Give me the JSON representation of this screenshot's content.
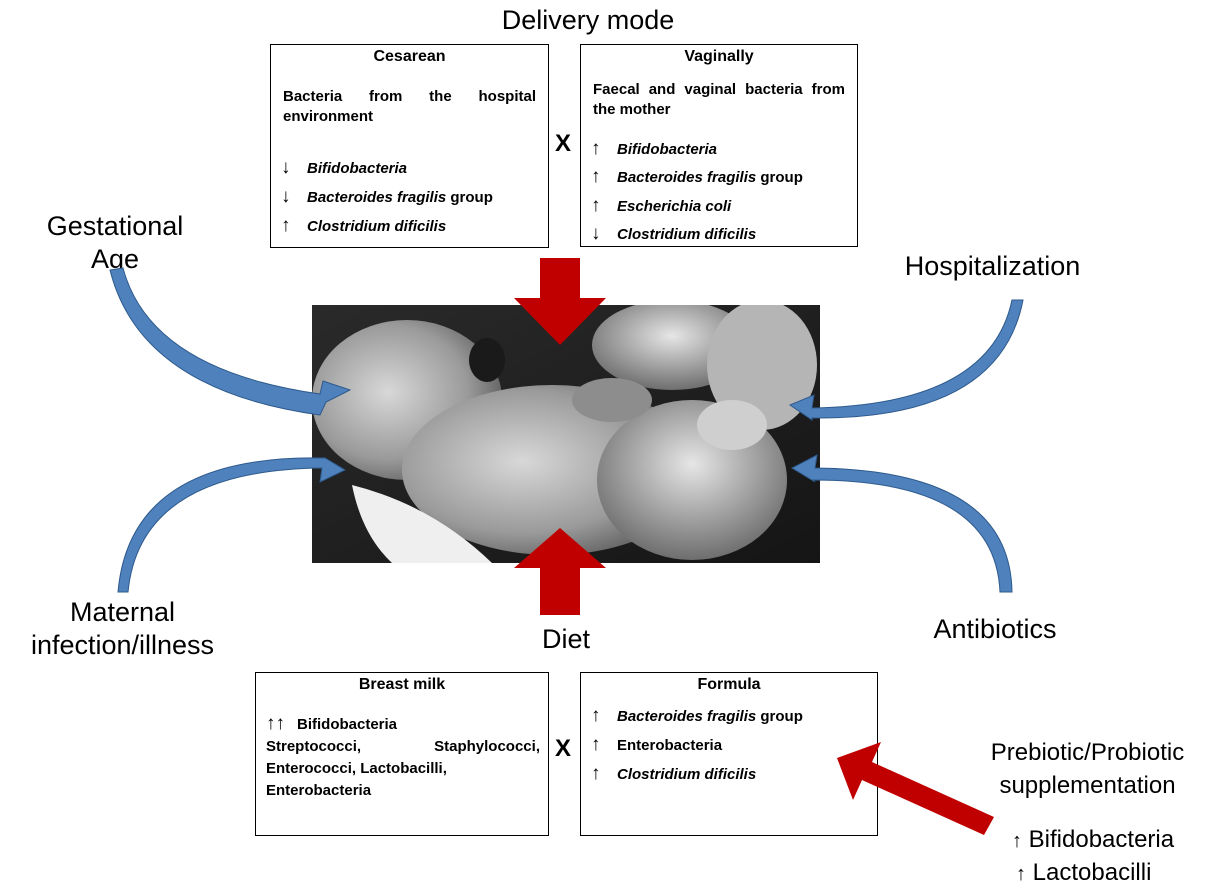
{
  "headings": {
    "delivery_mode": "Delivery mode",
    "diet": "Diet",
    "gestational_age": "Gestational\nAge",
    "hospitalization": "Hospitalization",
    "maternal": "Maternal\ninfection/illness",
    "antibiotics": "Antibiotics",
    "supplementation": "Prebiotic/Probiotic\nsupplementation"
  },
  "cesarean": {
    "title": "Cesarean",
    "desc": "Bacteria from the hospital environment",
    "items": [
      {
        "arrow": "↓",
        "name": "Bifidobacteria",
        "suffix": ""
      },
      {
        "arrow": "↓",
        "name": "Bacteroides fragilis",
        "suffix": " group"
      },
      {
        "arrow": "↑",
        "name": "Clostridium dificilis",
        "suffix": ""
      }
    ]
  },
  "vaginally": {
    "title": "Vaginally",
    "desc": "Faecal and vaginal bacteria from the mother",
    "items": [
      {
        "arrow": "↑",
        "name": "Bifidobacteria",
        "suffix": ""
      },
      {
        "arrow": "↑",
        "name": "Bacteroides fragilis",
        "suffix": " group"
      },
      {
        "arrow": "↑",
        "name": "Escherichia coli",
        "suffix": ""
      },
      {
        "arrow": "↓",
        "name": "Clostridium dificilis",
        "suffix": ""
      }
    ]
  },
  "breast_milk": {
    "title": "Breast milk",
    "arrow": "↑↑",
    "line1": "Bifidobacteria",
    "line2a": "Streptococci,",
    "line2b": "Staphylococci,",
    "line3": "Enterococci, Lactobacilli,",
    "line4": "Enterobacteria"
  },
  "formula": {
    "title": "Formula",
    "items": [
      {
        "arrow": "↑",
        "name": "Bacteroides fragilis",
        "suffix": " group",
        "italic": true
      },
      {
        "arrow": "↑",
        "name": "Enterobacteria",
        "suffix": "",
        "italic": false
      },
      {
        "arrow": "↑",
        "name": "Clostridium dificilis",
        "suffix": "",
        "italic": true
      }
    ]
  },
  "versus": "X",
  "supplement_effects": [
    {
      "arrow": "↑",
      "name": "Bifidobacteria"
    },
    {
      "arrow": "↑",
      "name": "Lactobacilli"
    }
  ],
  "colors": {
    "red_arrow": "#c00000",
    "blue_arrow": "#4f81bd",
    "blue_arrow_dark": "#2e5a8c"
  }
}
